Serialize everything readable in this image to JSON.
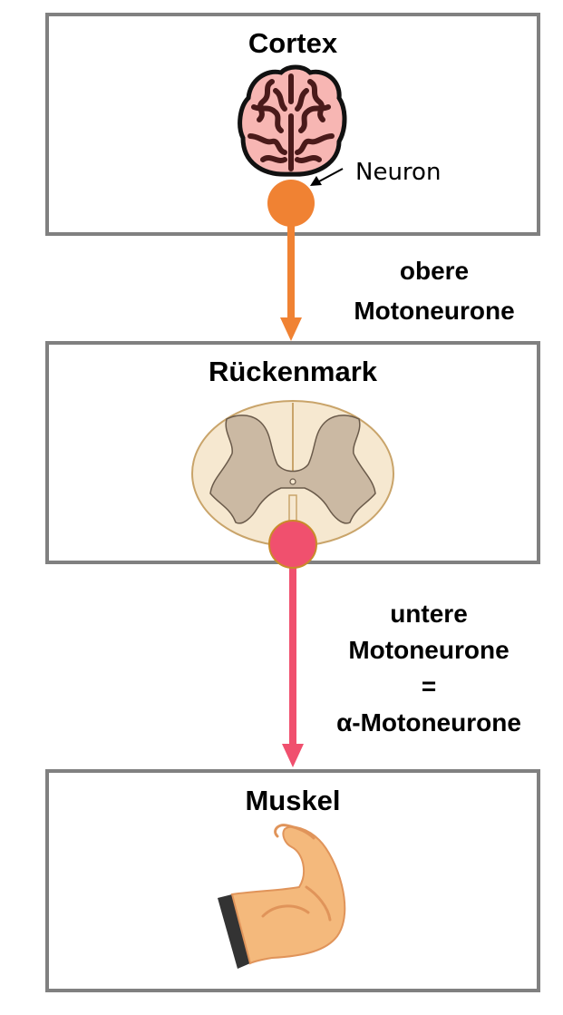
{
  "diagram": {
    "boxes": {
      "cortex": {
        "title": "Cortex"
      },
      "spinal_cord": {
        "title": "Rückenmark"
      },
      "muscle": {
        "title": "Muskel"
      }
    },
    "neuron_label": "Neuron",
    "upper_motor_neurons": {
      "line1": "obere",
      "line2": "Motoneurone"
    },
    "lower_motor_neurons": {
      "line1": "untere",
      "line2": "Motoneurone",
      "line3": "=",
      "line4": "α-Motoneurone"
    },
    "colors": {
      "upper_neuron": "#f08233",
      "lower_neuron": "#f0506e",
      "box_border": "#808080",
      "brain_fill": "#f7b6b3",
      "brain_fold": "#4a1a1a",
      "spinal_white_matter": "#f6e8d0",
      "spinal_grey_matter": "#cbb9a3",
      "spinal_outline": "#c9a46a",
      "muscle_skin": "#f4b97c",
      "muscle_shadow": "#e0945a",
      "sleeve": "#333333"
    }
  }
}
